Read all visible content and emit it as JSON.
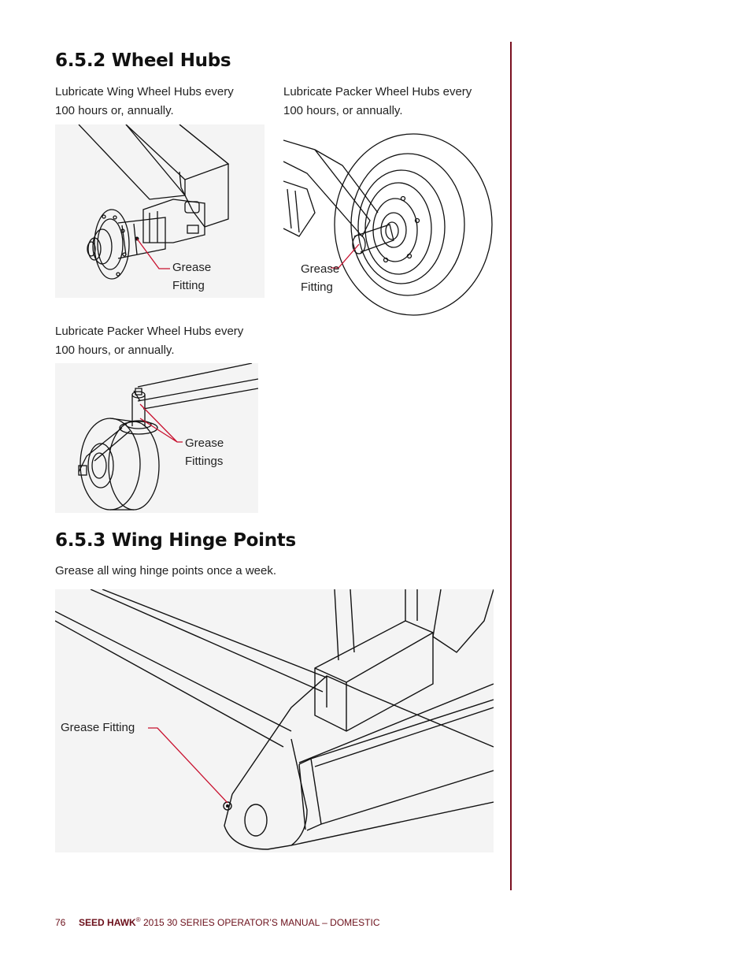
{
  "sections": {
    "wheel_hubs": {
      "heading": "6.5.2 Wheel Hubs",
      "text_wing_1": "Lubricate Wing Wheel Hubs every",
      "text_wing_2": "100 hours or, annually.",
      "text_packer_1": "Lubricate Packer Wheel Hubs every",
      "text_packer_2": "100 hours, or annually.",
      "text_packer_b_1": "Lubricate Packer Wheel Hubs every",
      "text_packer_b_2": "100 hours, or annually.",
      "callout_fig1_1": "Grease",
      "callout_fig1_2": "Fitting",
      "callout_fig2_1": "Grease",
      "callout_fig2_2": "Fitting",
      "callout_fig3_1": "Grease",
      "callout_fig3_2": "Fittings"
    },
    "wing_hinge": {
      "heading": "6.5.3 Wing Hinge Points",
      "text": "Grease all wing hinge points once a week.",
      "callout": "Grease Fitting"
    }
  },
  "footer": {
    "page_number": "76",
    "brand": "SEED HAWK",
    "registered": "®",
    "title": "2015 30 SERIES OPERATOR’S MANUAL – DOMESTIC"
  },
  "colors": {
    "accent": "#7a1020",
    "leader_line": "#c8102e",
    "drawing_bg": "#f4f4f4"
  }
}
